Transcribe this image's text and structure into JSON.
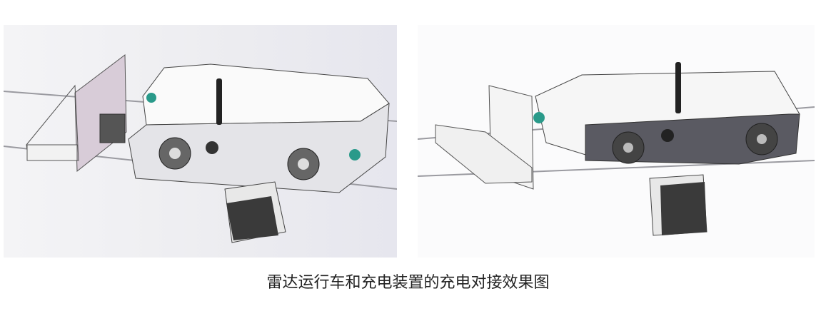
{
  "figure": {
    "caption": "雷达运行车和充电装置的充电对接效果图",
    "images": [
      {
        "id": "left-view",
        "subject": "radar-carriage-docking-front-view"
      },
      {
        "id": "right-view",
        "subject": "radar-carriage-docking-rear-view"
      }
    ]
  }
}
